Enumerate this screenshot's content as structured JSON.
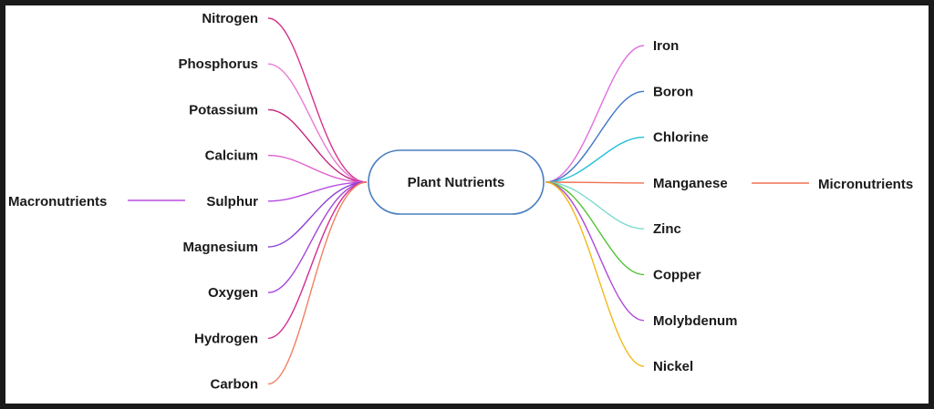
{
  "center": {
    "label": "Plant Nutrients",
    "border_color": "#4a7fc1"
  },
  "left_branches": [
    {
      "label": "Nitrogen",
      "color": "#d6338a"
    },
    {
      "label": "Phosphorus",
      "color": "#e87ad6"
    },
    {
      "label": "Potassium",
      "color": "#c2247c"
    },
    {
      "label": "Calcium",
      "color": "#e05fcf"
    },
    {
      "label": "Sulphur",
      "color": "#b84ee0"
    },
    {
      "label": "Magnesium",
      "color": "#8e3fd6"
    },
    {
      "label": "Oxygen",
      "color": "#a646d9"
    },
    {
      "label": "Hydrogen",
      "color": "#d12c92"
    },
    {
      "label": "Carbon",
      "color": "#f08060"
    }
  ],
  "right_branches": [
    {
      "label": "Iron",
      "color": "#e070e0"
    },
    {
      "label": "Boron",
      "color": "#3f74c9"
    },
    {
      "label": "Chlorine",
      "color": "#1fbfd6"
    },
    {
      "label": "Manganese",
      "color": "#f07050"
    },
    {
      "label": "Zinc",
      "color": "#7fdad0"
    },
    {
      "label": "Copper",
      "color": "#52c234"
    },
    {
      "label": "Molybdenum",
      "color": "#b04ad8"
    },
    {
      "label": "Nickel",
      "color": "#f2b91a"
    }
  ],
  "group_labels": {
    "left": {
      "label": "Macronutrients",
      "color": "#b84ee0"
    },
    "right": {
      "label": "Micronutrients",
      "color": "#f07050"
    }
  }
}
